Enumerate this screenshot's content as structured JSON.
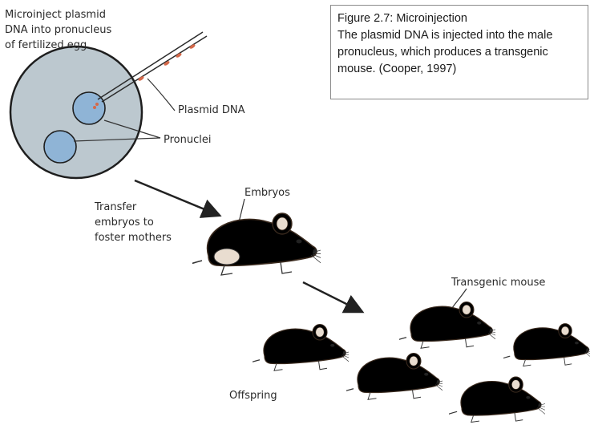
{
  "caption": {
    "title": "Figure 2.7: Microinjection",
    "line1": "The plasmid DNA is injected into the male",
    "line2": "pronucleus, which produces a transgenic",
    "line3": "mouse. (Cooper, 1997)"
  },
  "labels": {
    "microinject_1": "Microinject plasmid",
    "microinject_2": "DNA into pronucleus",
    "microinject_3": "of fertilized egg",
    "plasmid_dna": "Plasmid DNA",
    "pronuclei": "Pronuclei",
    "embryos": "Embryos",
    "transfer_1": "Transfer",
    "transfer_2": "embryos to",
    "transfer_3": "foster mothers",
    "transgenic_mouse": "Transgenic mouse",
    "offspring": "Offspring"
  },
  "colors": {
    "egg_fill": "#bcc8cf",
    "pronucleus_fill": "#8fb4d6",
    "mouse_fill": "#b89372",
    "transgenic_fill": "#ede0cf",
    "dna_red": "#d4694a"
  }
}
